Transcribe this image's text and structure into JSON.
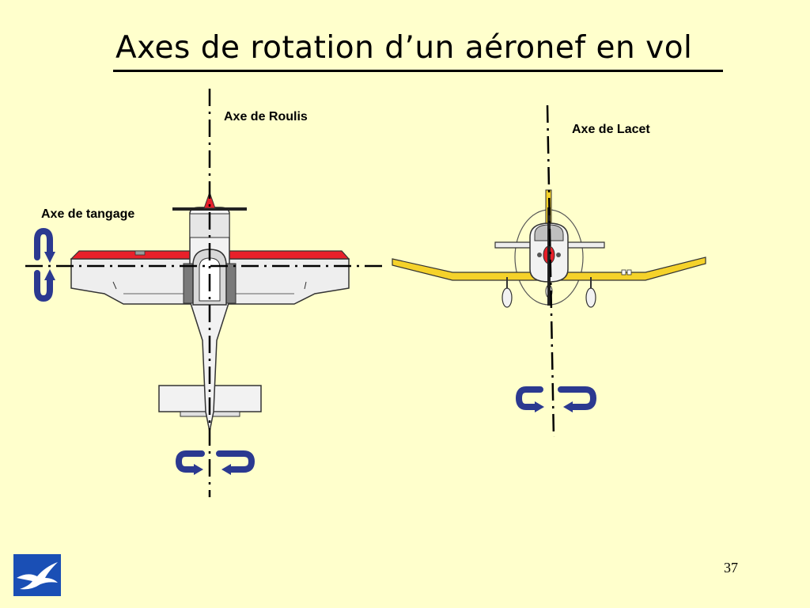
{
  "title": "Axes de rotation d’un aéronef en vol",
  "labels": {
    "roll_axis": "Axe de Roulis",
    "yaw_axis": "Axe de Lacet",
    "pitch_axis": "Axe de tangage"
  },
  "page_number": "37",
  "colors": {
    "background": "#ffffcc",
    "rotation_arrow": "#2b3990",
    "top_wing_red": "#e8202a",
    "front_wing_yellow": "#f5d22a",
    "logo_blue": "#1a4fb5"
  },
  "icons": {
    "logo": "swallow-logo-icon",
    "rotation": "rotation-arrow-icon"
  }
}
